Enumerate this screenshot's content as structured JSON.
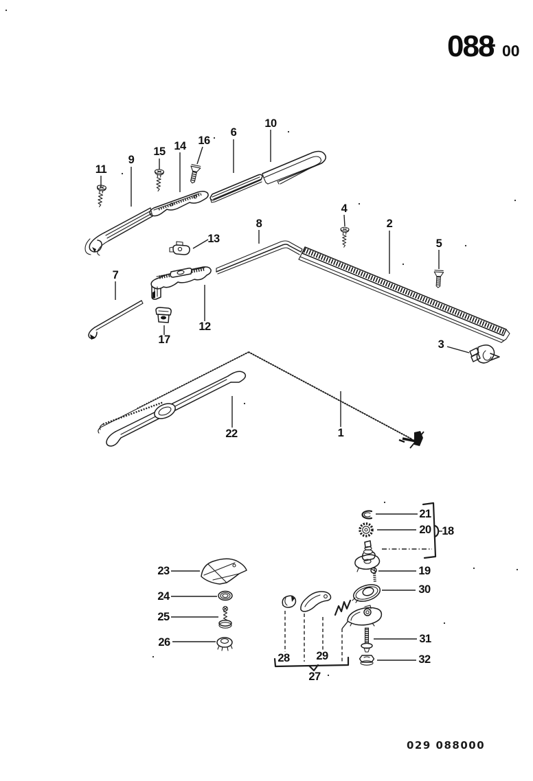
{
  "header": {
    "code_main": "088",
    "code_sep": "-",
    "code_sub": "00"
  },
  "footer": {
    "doc_code": "029 088000"
  },
  "diagram": {
    "description": "Exploded parts diagram, section 088 (mouldings, rails and fasteners)",
    "callouts": {
      "c1": "1",
      "c2": "2",
      "c3": "3",
      "c4": "4",
      "c5": "5",
      "c6": "6",
      "c7": "7",
      "c8": "8",
      "c9": "9",
      "c10": "10",
      "c11": "11",
      "c12": "12",
      "c13": "13",
      "c14": "14",
      "c15": "15",
      "c16": "16",
      "c17": "17",
      "c18": "18",
      "c19": "19",
      "c20": "20",
      "c21": "21",
      "c22": "22",
      "c23": "23",
      "c24": "24",
      "c25": "25",
      "c26": "26",
      "c27": "27",
      "c28": "28",
      "c29": "29",
      "c30": "30",
      "c31": "31",
      "c32": "32"
    }
  }
}
